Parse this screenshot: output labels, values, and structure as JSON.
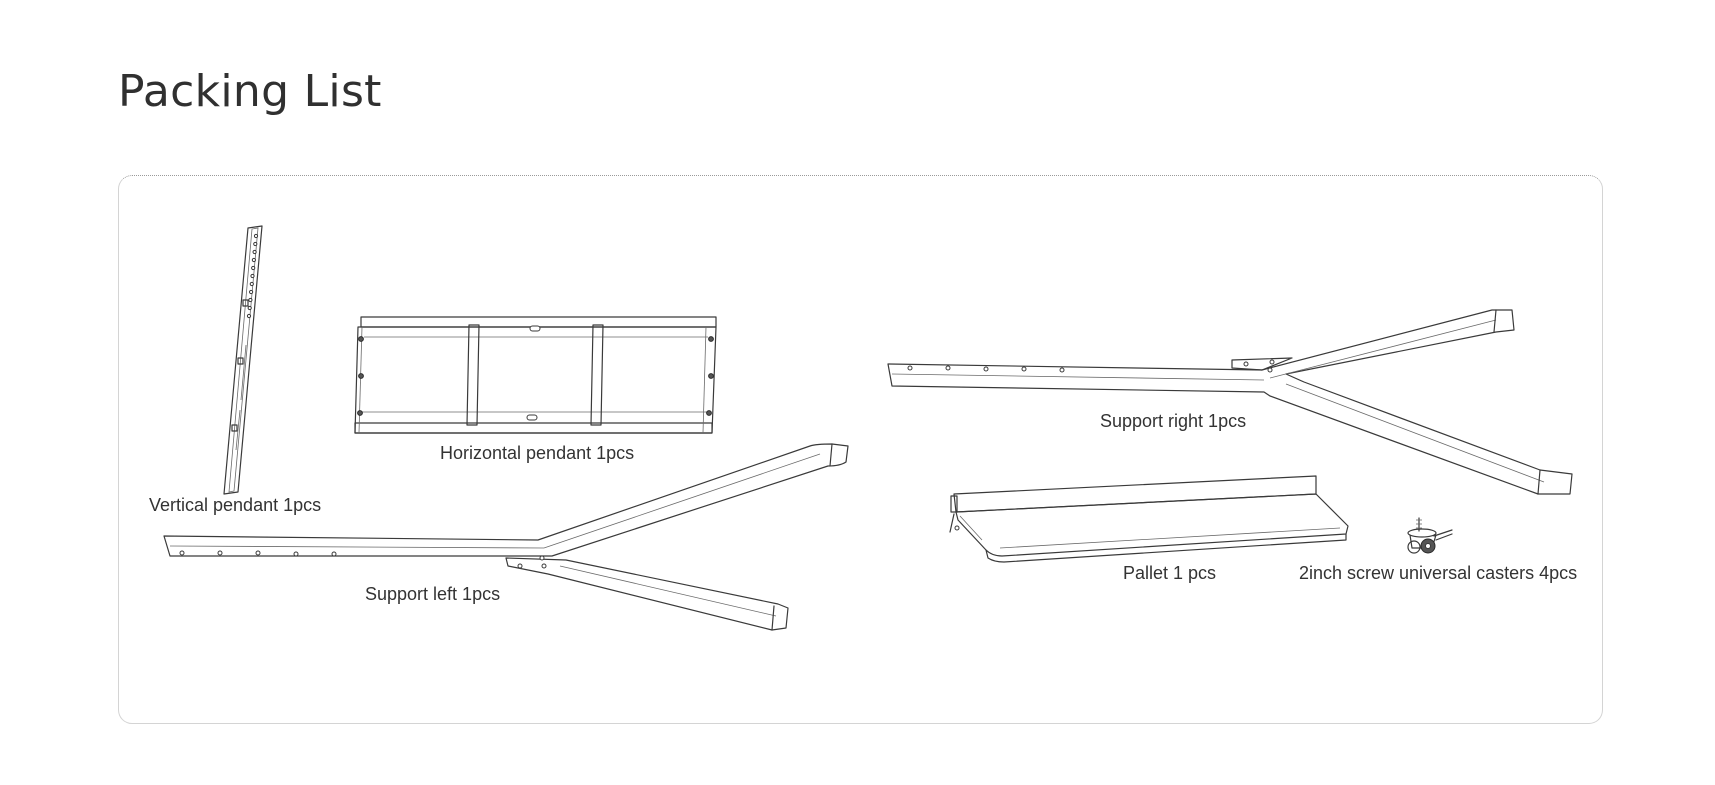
{
  "page": {
    "title": "Packing List"
  },
  "parts": [
    {
      "id": "vertical-pendant",
      "label": "Vertical pendant 1pcs",
      "icon": "vertical-pendant-drawing"
    },
    {
      "id": "horizontal-pendant",
      "label": "Horizontal pendant 1pcs",
      "icon": "horizontal-pendant-drawing"
    },
    {
      "id": "support-left",
      "label": "Support left 1pcs",
      "icon": "support-left-drawing"
    },
    {
      "id": "support-right",
      "label": "Support right 1pcs",
      "icon": "support-right-drawing"
    },
    {
      "id": "pallet",
      "label": "Pallet 1 pcs",
      "icon": "pallet-drawing"
    },
    {
      "id": "casters",
      "label": "2inch screw universal casters 4pcs",
      "icon": "caster-drawing"
    }
  ]
}
